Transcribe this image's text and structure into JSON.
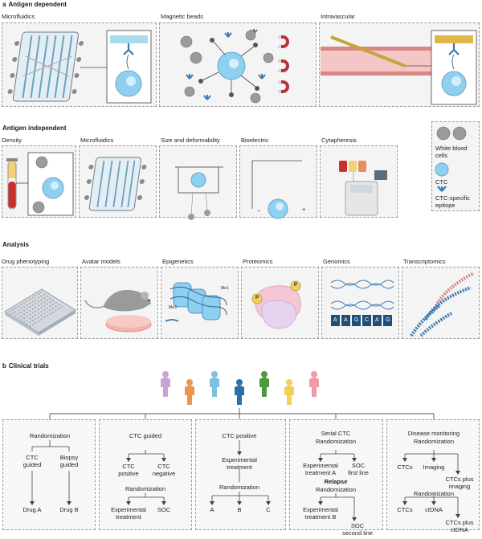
{
  "section_a": {
    "letter": "a",
    "title": "Antigen dependent",
    "panels": [
      "Microfluidics",
      "Magnetic beads",
      "Intravascular"
    ]
  },
  "antigen_independent": {
    "title": "Antigen independent",
    "panels": [
      "Density",
      "Microfluidics",
      "Size and deformability",
      "Bioelectric",
      "Cytapheresis"
    ],
    "bioelectric_minus": "−",
    "bioelectric_plus": "+"
  },
  "legend": {
    "wbc_line1": "White blood",
    "wbc_line2": "cells",
    "ctc": "CTC",
    "epitope_line1": "CTC-specific",
    "epitope_line2": "epitope"
  },
  "analysis": {
    "title": "Analysis",
    "panels": [
      "Drug phenotyping",
      "Avatar models",
      "Epigenetics",
      "Proteomics",
      "Genomics",
      "Transcriptomics"
    ],
    "epigenetics_marks": [
      "Me1",
      "Me3"
    ],
    "protein_marks": [
      "P",
      "P"
    ],
    "genomics_bases": [
      "A",
      "A",
      "G",
      "C",
      "A",
      "G"
    ]
  },
  "section_b": {
    "letter": "b",
    "title": "Clinical trials"
  },
  "colors": {
    "people": [
      "#c7a4d6",
      "#e8954f",
      "#7ec0dd",
      "#2f6fa8",
      "#4c9a3c",
      "#f1d05b",
      "#ee9ca6"
    ],
    "ctc_blue": "#8fcff0",
    "wbc_gray": "#9b9b9b",
    "epitope_blue": "#3a78b4",
    "bead_red": "#b8323b",
    "petri_pink": "#f2b2a9",
    "panel_bg": "#f4f4f4"
  },
  "trials": {
    "box1": {
      "randomization": "Randomization",
      "arm_left_1": "CTC",
      "arm_left_2": "guided",
      "arm_right_1": "Biopsy",
      "arm_right_2": "guided",
      "drug_a": "Drug A",
      "drug_b": "Drug B"
    },
    "box2": {
      "title": "CTC guided",
      "left_1": "CTC",
      "left_2": "positive",
      "right_1": "CTC",
      "right_2": "negative",
      "randomization": "Randomization",
      "exp_1": "Experimental",
      "exp_2": "treatment",
      "soc": "SOC"
    },
    "box3": {
      "title": "CTC positive",
      "exp_1": "Experimental",
      "exp_2": "treatment",
      "randomization": "Randomization",
      "arms": [
        "A",
        "B",
        "C"
      ]
    },
    "box4": {
      "title": "Serial CTC",
      "randomization": "Randomization",
      "exp_a_1": "Experimental",
      "exp_a_2": "treatment A",
      "soc_first_1": "SOC",
      "soc_first_2": "first line",
      "relapse": "Relapse",
      "randomization2": "Randomization",
      "exp_b_1": "Experimental",
      "exp_b_2": "treatment B",
      "soc_second_1": "SOC",
      "soc_second_2": "second line"
    },
    "box5": {
      "title": "Disease monitoring",
      "randomization": "Randomization",
      "ctcs": "CTCs",
      "imaging": "Imaging",
      "plus_imaging_1": "CTCs plus",
      "plus_imaging_2": "imaging",
      "randomization2": "Randomization",
      "ctcs2": "CTCs",
      "ctdna": "ctDNA",
      "plus_ctdna_1": "CTCs plus",
      "plus_ctdna_2": "ctDNA"
    }
  }
}
